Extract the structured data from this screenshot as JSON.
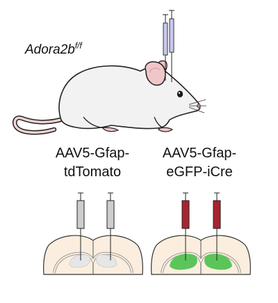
{
  "genotype": {
    "gene": "Adora2b",
    "allele": "f/f"
  },
  "groups": [
    {
      "label_line1": "AAV5-Gfap-",
      "label_line2": "tdTomato",
      "syringe_color": "#cdcdcd",
      "injection_color": "#e6e6e6"
    },
    {
      "label_line1": "AAV5-Gfap-",
      "label_line2": "eGFP-iCre",
      "syringe_color": "#a8242f",
      "injection_color": "#5cc55a"
    }
  ],
  "colors": {
    "mouse_body": "#f2f2f2",
    "mouse_ear": "#f0c6c8",
    "mouse_tail": "#f3d2d2",
    "brain_tissue": "#fbeede",
    "head_syringe": "#c9c9ee"
  }
}
